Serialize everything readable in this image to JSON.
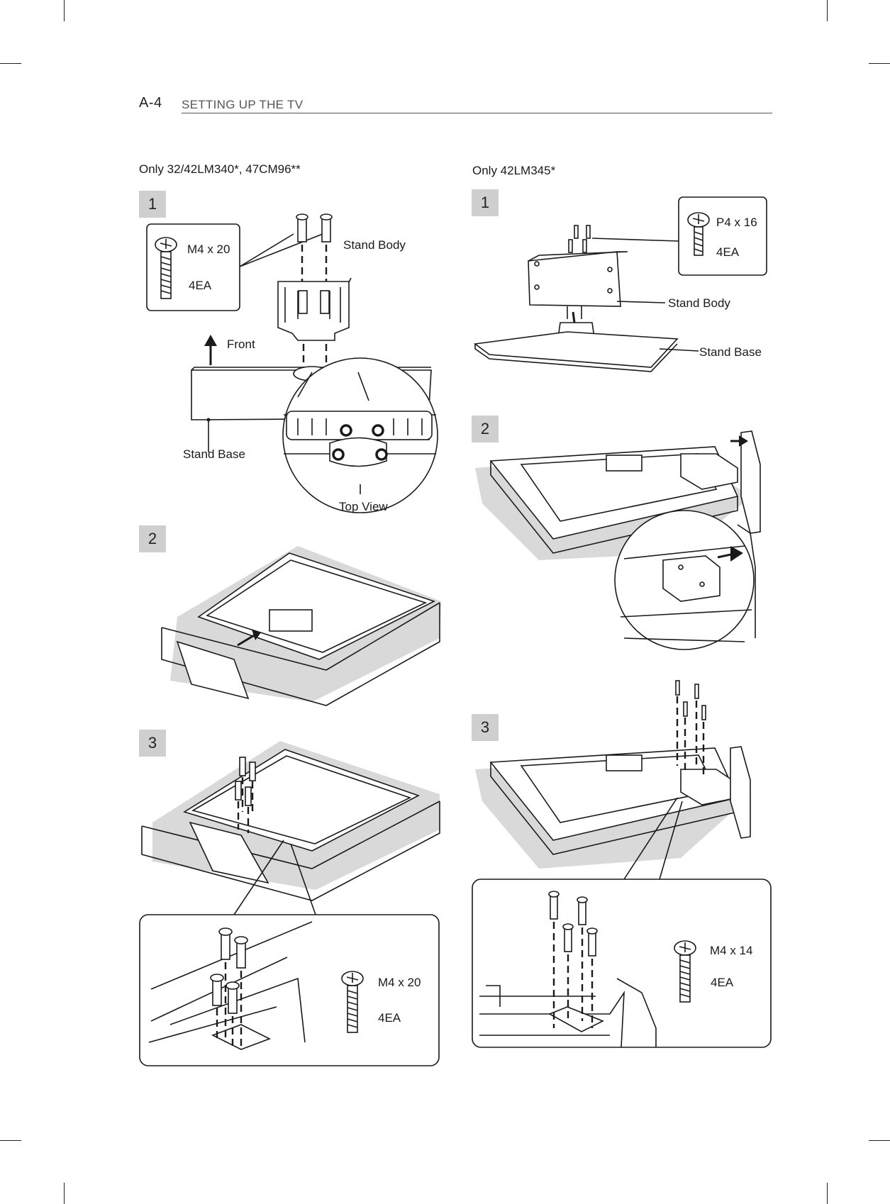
{
  "header": {
    "page_number": "A-4",
    "section_title": "SETTING UP THE TV"
  },
  "left_column": {
    "heading": "Only 32/42LM340*, 47CM96**",
    "step1": {
      "number": "1",
      "screw_size": "M4 x 20",
      "screw_qty": "4EA",
      "label_stand_body": "Stand Body",
      "label_front": "Front",
      "label_stand_base": "Stand Base",
      "label_top_view": "Top View"
    },
    "step2": {
      "number": "2"
    },
    "step3": {
      "number": "3",
      "screw_size": "M4 x 20",
      "screw_qty": "4EA"
    }
  },
  "right_column": {
    "heading": "Only 42LM345*",
    "step1": {
      "number": "1",
      "screw_size": "P4 x 16",
      "screw_qty": "4EA",
      "label_stand_body": "Stand Body",
      "label_stand_base": "Stand Base"
    },
    "step2": {
      "number": "2"
    },
    "step3": {
      "number": "3",
      "screw_size": "M4 x 14",
      "screw_qty": "4EA"
    }
  }
}
